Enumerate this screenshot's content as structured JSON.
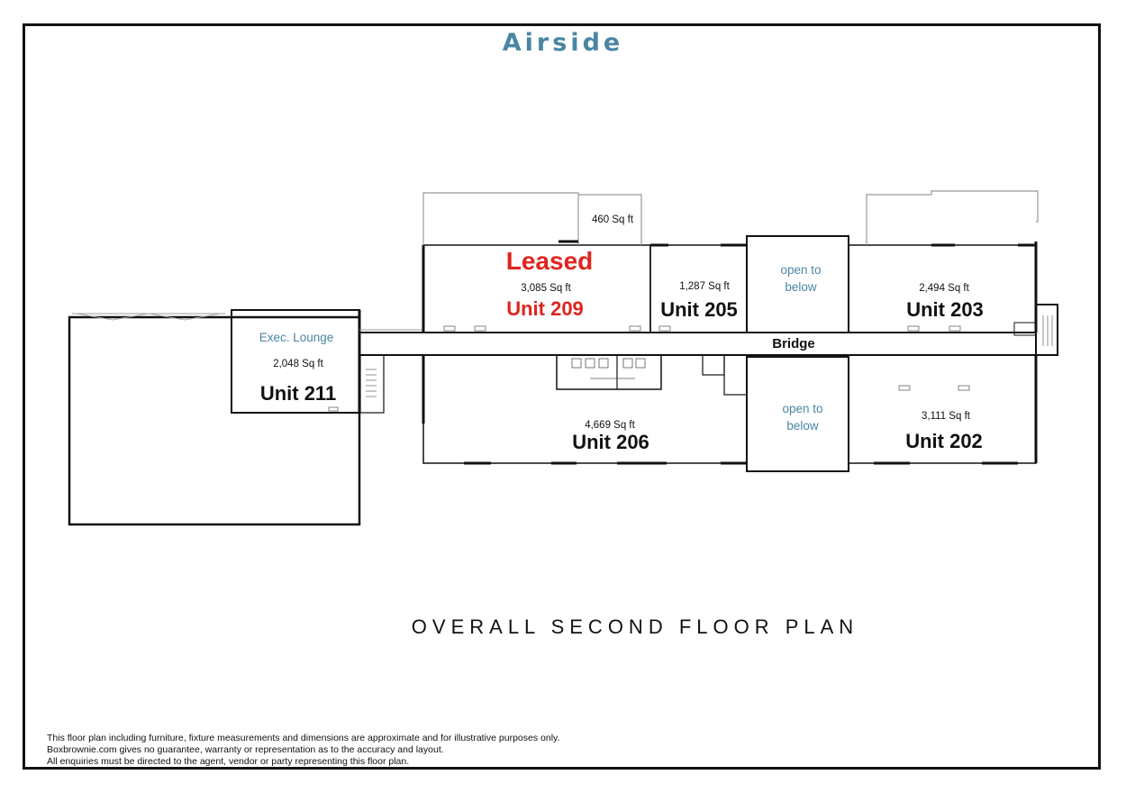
{
  "title": "Airside",
  "plan_title": "OVERALL SECOND FLOOR PLAN",
  "accent_color": "#4a86a3",
  "leased_color": "#e0241f",
  "units": {
    "u211": {
      "name": "Unit 211",
      "area": "2,048 Sq ft",
      "room": "Exec. Lounge"
    },
    "u209": {
      "name": "Unit 209",
      "area": "3,085 Sq ft",
      "status": "Leased"
    },
    "u205": {
      "name": "Unit 205",
      "area": "1,287 Sq ft"
    },
    "u203": {
      "name": "Unit 203",
      "area": "2,494 Sq ft"
    },
    "u206": {
      "name": "Unit 206",
      "area": "4,669 Sq ft"
    },
    "u202": {
      "name": "Unit 202",
      "area": "3,111 Sq ft"
    },
    "terrace": {
      "area": "460 Sq ft"
    }
  },
  "open_to_below": {
    "line1": "open to",
    "line2": "below"
  },
  "bridge": "Bridge",
  "disclaimer": [
    "This floor plan including furniture, fixture measurements and dimensions are approximate and for illustrative purposes only.",
    "Boxbrownie.com gives no guarantee, warranty or representation as to the accuracy and layout.",
    "All enquiries must be directed to the agent, vendor or party representing this floor plan."
  ]
}
